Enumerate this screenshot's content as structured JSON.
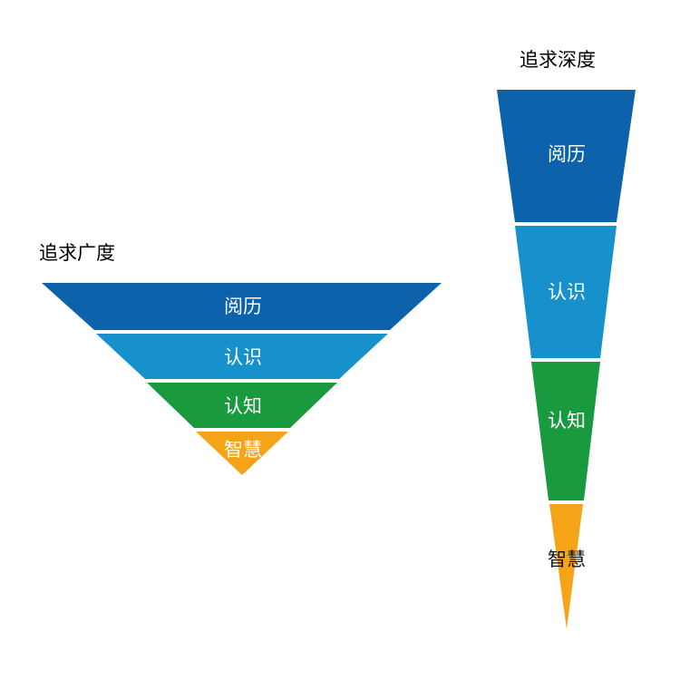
{
  "colors": {
    "experience": "#0c63ab",
    "cognition": "#1791cc",
    "understanding": "#1a9a3f",
    "wisdom": "#f5a418",
    "background": "#ffffff"
  },
  "breadth": {
    "title": "追求广度",
    "segments": [
      {
        "label": "阅历",
        "color": "#0c63ab"
      },
      {
        "label": "认识",
        "color": "#1791cc"
      },
      {
        "label": "认知",
        "color": "#1a9a3f"
      },
      {
        "label": "智慧",
        "color": "#f5a418"
      }
    ]
  },
  "depth": {
    "title": "追求深度",
    "segments": [
      {
        "label": "阅历",
        "color": "#0c63ab"
      },
      {
        "label": "认识",
        "color": "#1791cc"
      },
      {
        "label": "认知",
        "color": "#1a9a3f"
      },
      {
        "label": "智慧",
        "color": "#f5a418"
      }
    ]
  }
}
